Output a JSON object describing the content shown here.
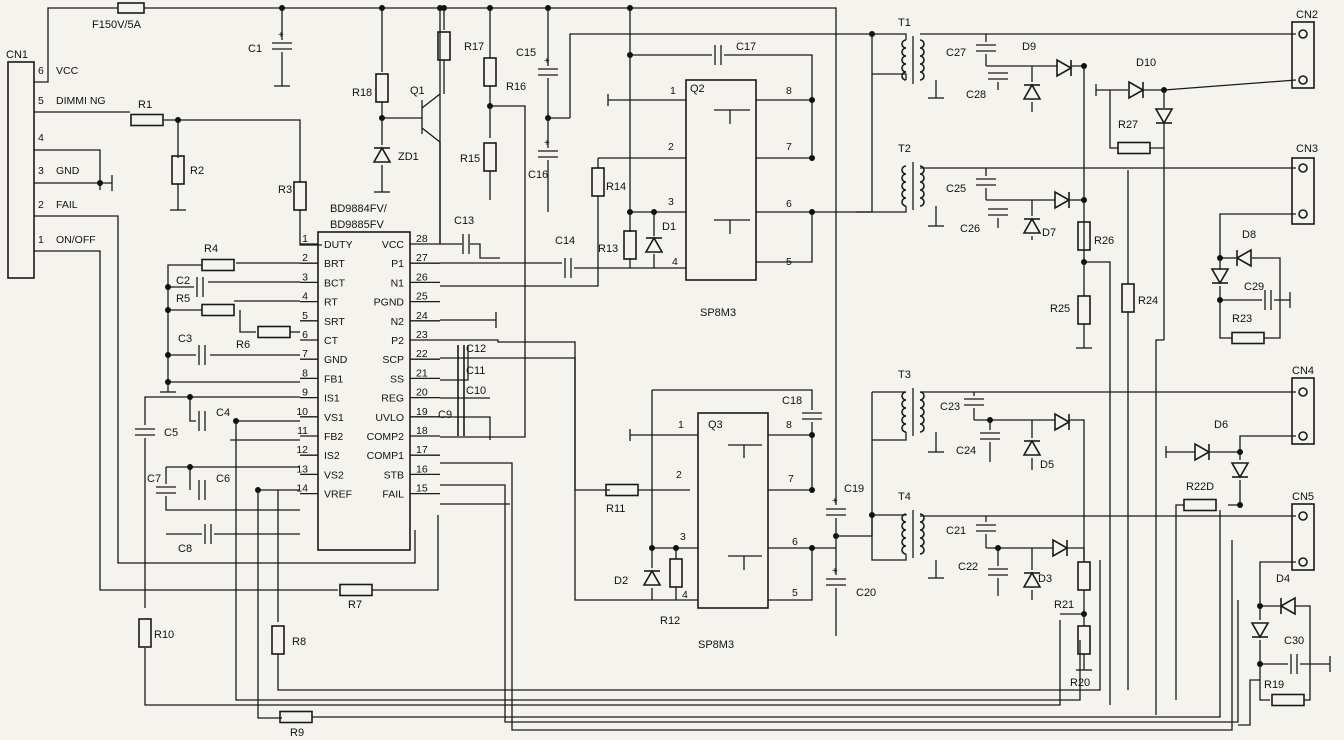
{
  "ic": {
    "part": "BD9884FV/",
    "part2": "BD9885FV",
    "left_pins": [
      {
        "num": "1",
        "name": "DUTY"
      },
      {
        "num": "2",
        "name": "BRT"
      },
      {
        "num": "3",
        "name": "BCT"
      },
      {
        "num": "4",
        "name": "RT"
      },
      {
        "num": "5",
        "name": "SRT"
      },
      {
        "num": "6",
        "name": "CT"
      },
      {
        "num": "7",
        "name": "GND"
      },
      {
        "num": "8",
        "name": "FB1"
      },
      {
        "num": "9",
        "name": "IS1"
      },
      {
        "num": "10",
        "name": "VS1"
      },
      {
        "num": "11",
        "name": "FB2"
      },
      {
        "num": "12",
        "name": "IS2"
      },
      {
        "num": "13",
        "name": "VS2"
      },
      {
        "num": "14",
        "name": "VREF"
      }
    ],
    "right_pins": [
      {
        "num": "28",
        "name": "VCC"
      },
      {
        "num": "27",
        "name": "P1"
      },
      {
        "num": "26",
        "name": "N1"
      },
      {
        "num": "25",
        "name": "PGND"
      },
      {
        "num": "24",
        "name": "N2"
      },
      {
        "num": "23",
        "name": "P2"
      },
      {
        "num": "22",
        "name": "SCP"
      },
      {
        "num": "21",
        "name": "SS"
      },
      {
        "num": "20",
        "name": "REG"
      },
      {
        "num": "19",
        "name": "UVLO"
      },
      {
        "num": "18",
        "name": "COMP2"
      },
      {
        "num": "17",
        "name": "COMP1"
      },
      {
        "num": "16",
        "name": "STB"
      },
      {
        "num": "15",
        "name": "FAIL"
      }
    ]
  },
  "cn1": {
    "label": "CN1",
    "pins": [
      {
        "num": "6",
        "name": "VCC"
      },
      {
        "num": "5",
        "name": "DIMMI NG"
      },
      {
        "num": "4",
        "name": ""
      },
      {
        "num": "3",
        "name": "GND"
      },
      {
        "num": "2",
        "name": "FAIL"
      },
      {
        "num": "1",
        "name": "ON/OFF"
      }
    ]
  },
  "connectors": [
    "CN2",
    "CN3",
    "CN4",
    "CN5"
  ],
  "fuse": "F150V/5A",
  "transistor": "Q1",
  "mosfet_packages": [
    "SP8M3",
    "SP8M3"
  ],
  "mosfets": [
    {
      "ref": "Q2",
      "pins": [
        "1",
        "2",
        "3",
        "4",
        "5",
        "6",
        "7",
        "8"
      ]
    },
    {
      "ref": "Q3",
      "pins": [
        "1",
        "2",
        "3",
        "4",
        "5",
        "6",
        "7",
        "8"
      ]
    }
  ],
  "transformers": [
    "T1",
    "T2",
    "T3",
    "T4"
  ],
  "diodes": [
    "D1",
    "D2",
    "D3",
    "D4",
    "D5",
    "D6",
    "D7",
    "D8",
    "D9",
    "D10",
    "ZD1"
  ],
  "resistors": [
    "R1",
    "R2",
    "R3",
    "R4",
    "R5",
    "R6",
    "R7",
    "R8",
    "R9",
    "R10",
    "R11",
    "R12",
    "R13",
    "R14",
    "R15",
    "R16",
    "R17",
    "R18",
    "R19",
    "R20",
    "R21",
    "R22D",
    "R23",
    "R24",
    "R25",
    "R26",
    "R27"
  ],
  "capacitors": [
    "C1",
    "C2",
    "C3",
    "C4",
    "C5",
    "C6",
    "C7",
    "C8",
    "C9",
    "C10",
    "C11",
    "C12",
    "C13",
    "C14",
    "C15",
    "C16",
    "C17",
    "C18",
    "C19",
    "C20",
    "C21",
    "C22",
    "C23",
    "C24",
    "C25",
    "C26",
    "C27",
    "C28",
    "C29",
    "C30"
  ]
}
